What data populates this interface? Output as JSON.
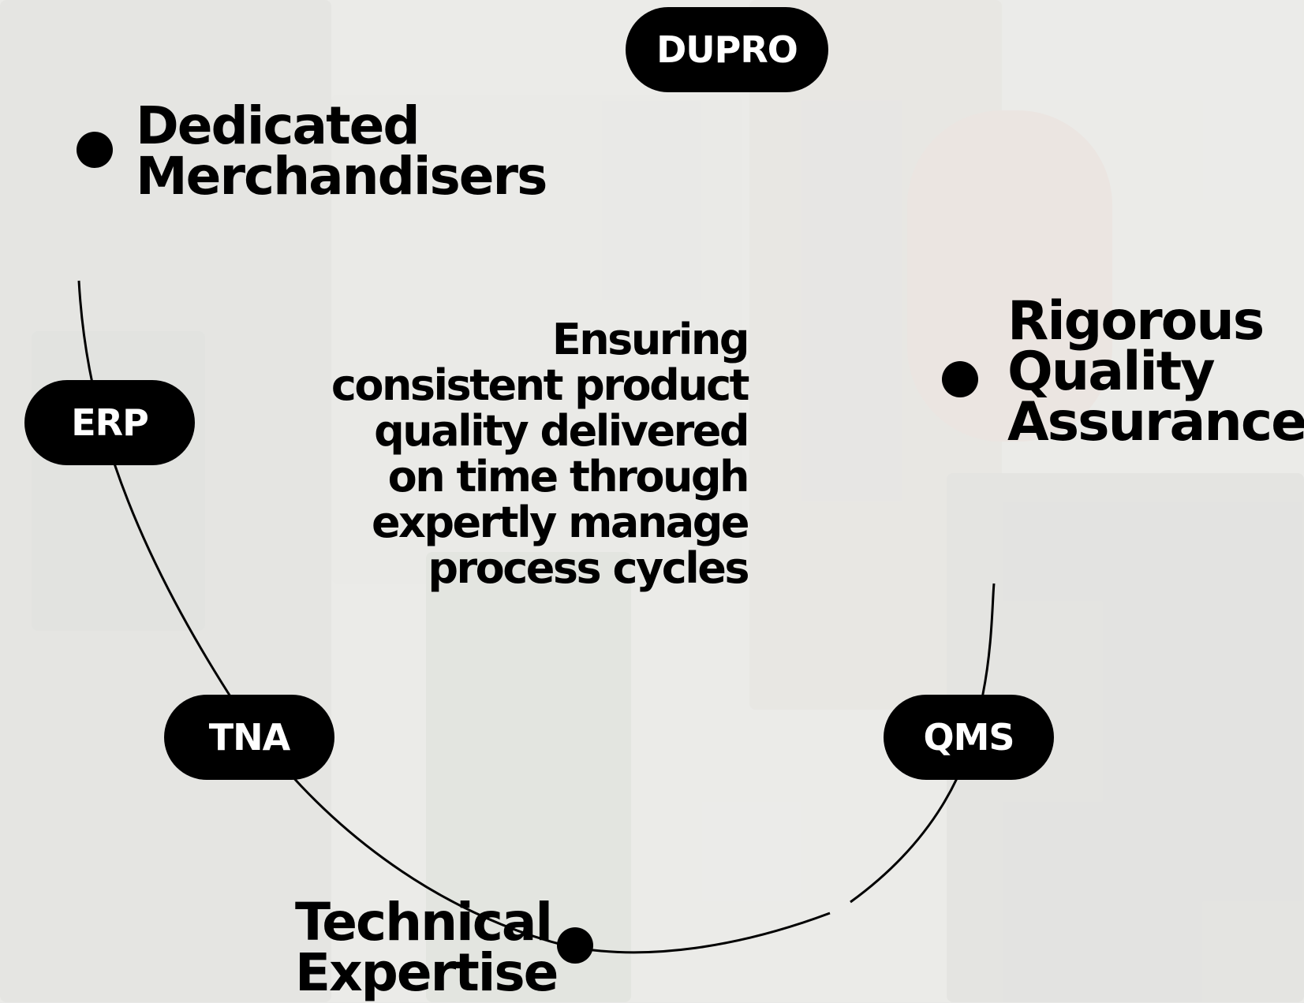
{
  "nodes": {
    "dupro": "DUPRO",
    "erp": "ERP",
    "tna": "TNA",
    "qms": "QMS"
  },
  "labels": {
    "dedicated_merchandisers": [
      "Dedicated",
      "Merchandisers"
    ],
    "rigorous_quality_assurance": [
      "Rigorous",
      "Quality",
      "Assurance"
    ],
    "technical_expertise": [
      "Technical",
      "Expertise"
    ]
  },
  "center_text": "Ensuring consistent product quality delivered on time through expertly manage process cycles",
  "colors": {
    "pill": "#000000",
    "pill_text": "#ffffff",
    "line": "#000000"
  }
}
